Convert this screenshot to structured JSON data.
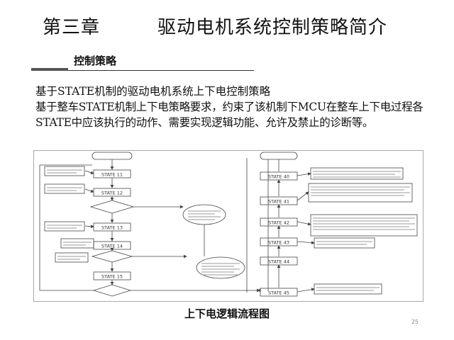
{
  "slide": {
    "chapter": "第三章",
    "title": "驱动电机系统控制策略简介",
    "section": "控制策略",
    "body": {
      "p1": "基于STATE机制的驱动电机系统上下电控制策略",
      "p2": "基于整车STATE机制上下电策略要求，约束了该机制下MCU在整车上下电过程各STATE中应该执行的动作、需要实现逻辑功能、允许及禁止的诊断等。"
    },
    "figure": {
      "left_states": [
        "STATE 11",
        "STATE 12",
        "STATE 13",
        "STATE 14",
        "STATE 15"
      ],
      "right_states": [
        "STATE 40",
        "STATE 41",
        "STATE 42",
        "STATE 43",
        "STATE 44",
        "STATE 45"
      ]
    },
    "caption": "上下电逻辑流程图",
    "page_number": "25"
  },
  "colors": {
    "text": "#111111",
    "section_bar": "#555555",
    "figure_line": "#444444",
    "figure_border": "#aaaaaa"
  }
}
